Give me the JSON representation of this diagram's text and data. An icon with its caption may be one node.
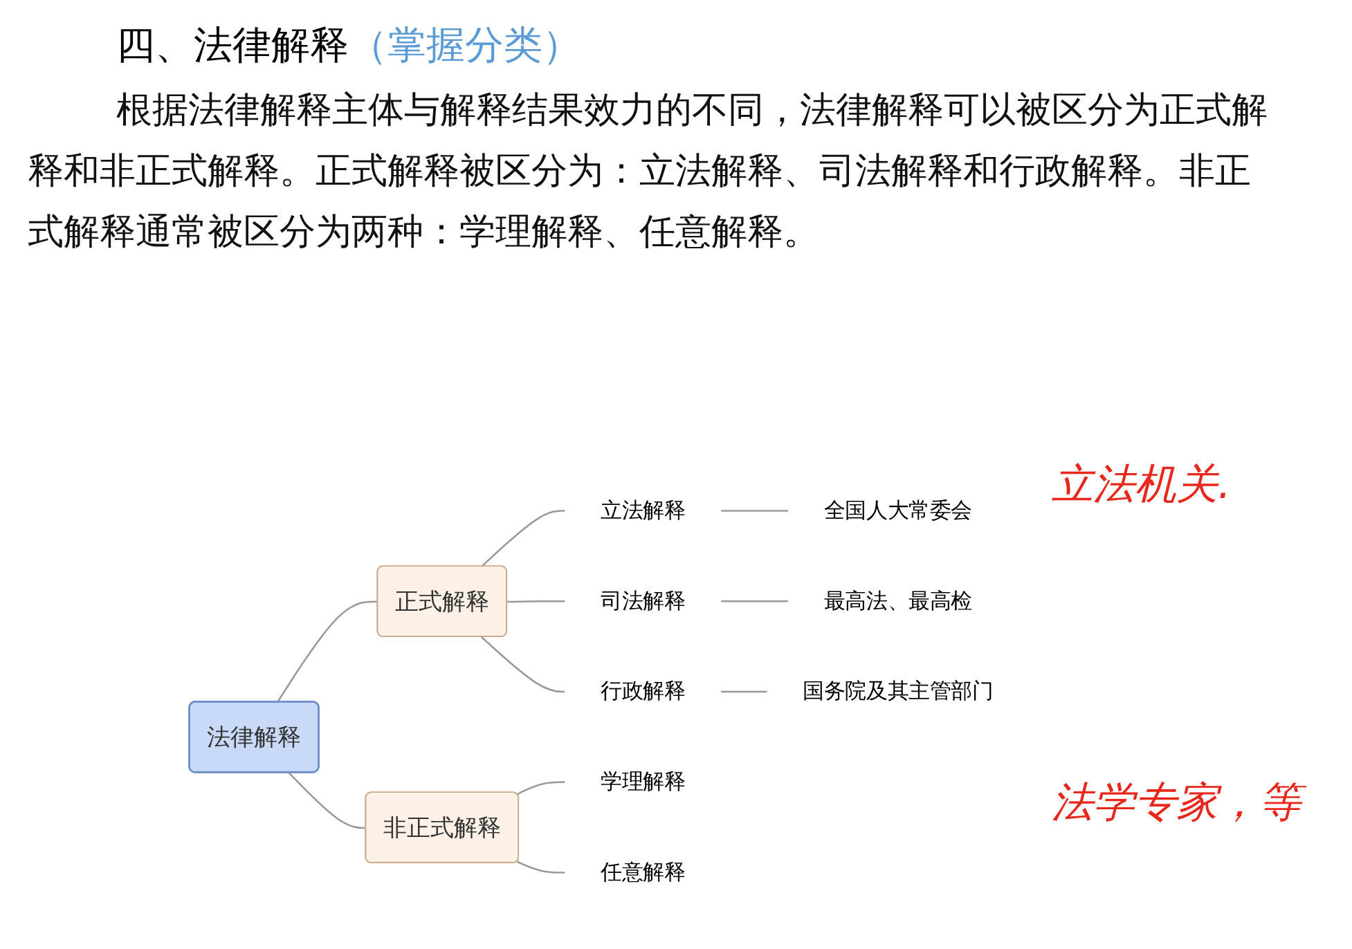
{
  "diagram": {
    "title": "四、法律解释",
    "nodes": [
      {
        "text": [
          "法律解释"
        ]
      },
      {
        "text": [
          "正式解释"
        ]
      },
      {
        "text": [
          "非正式解释"
        ]
      },
      {
        "text": [
          "立法解释"
        ]
      },
      {
        "text": [
          "全国人大常委会"
        ]
      },
      {
        "text": [
          "司法解释"
        ]
      },
      {
        "text": [
          "最高法、最高检"
        ]
      },
      {
        "text": [
          "行政解释"
        ]
      },
      {
        "text": [
          "国务院及其主管部门"
        ]
      },
      {
        "text": [
          "学理解释"
        ]
      },
      {
        "text": [
          "任意解释"
        ]
      }
    ],
    "edges": [
      {
        "from": 0,
        "to": 1,
        "arrow": "none"
      },
      {
        "from": 0,
        "to": 2,
        "arrow": "none"
      },
      {
        "from": 1,
        "to": 3,
        "arrow": "none"
      },
      {
        "from": 1,
        "to": 5,
        "arrow": "none"
      },
      {
        "from": 1,
        "to": 7,
        "arrow": "none"
      },
      {
        "from": 3,
        "to": 4,
        "arrow": "none"
      },
      {
        "from": 5,
        "to": 6,
        "arrow": "none"
      },
      {
        "from": 7,
        "to": 8,
        "arrow": "none"
      },
      {
        "from": 2,
        "to": 9,
        "arrow": "none"
      },
      {
        "from": 2,
        "to": 10,
        "arrow": "none"
      }
    ],
    "labels": [
      "（掌握分类）",
      "根据法律解释主体与解释结果效力的不同，法律解释可以被区分为正式解释和非正式解释。正式解释被区分为：立法解释、司法解释和行政解释。非正式解释通常被区分为两种：学理解释、任意解释。",
      "立法机关.",
      "法学专家，等"
    ]
  }
}
